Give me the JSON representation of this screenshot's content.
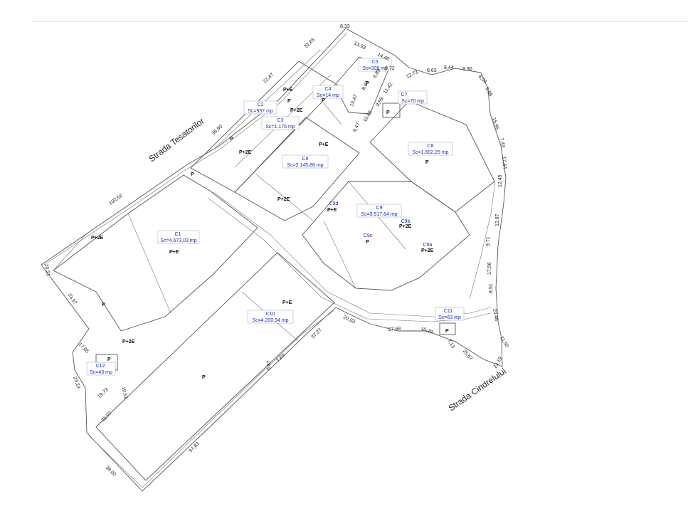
{
  "streets": {
    "tesatorilor": "Strada Tesatorilor",
    "cindrelului": "Strada Cindrelului"
  },
  "buildings": [
    {
      "id": "C1",
      "area": "Sc=4.673,03 mp"
    },
    {
      "id": "C2",
      "area": "Sc=937 mp"
    },
    {
      "id": "C3",
      "area": "Sc=1.175 mp"
    },
    {
      "id": "C4",
      "area": "Sc=14 mp"
    },
    {
      "id": "C5",
      "area": "Sc=328 mp"
    },
    {
      "id": "C6",
      "area": "Sc=2.145,86 mp"
    },
    {
      "id": "C7",
      "area": "Sc=70 mp"
    },
    {
      "id": "C8",
      "area": "Sc=1.602,25 mp"
    },
    {
      "id": "C9",
      "area": "Sc=3.517,64 mp"
    },
    {
      "id": "C10",
      "area": "Sc=4.200,94 mp"
    },
    {
      "id": "C11",
      "area": "Sc=63 mp"
    },
    {
      "id": "C12",
      "area": "Sc=43 mp"
    }
  ],
  "sub_labels": [
    "C9a",
    "C9b",
    "C9c",
    "C9d"
  ],
  "levels": {
    "P": "P",
    "PE": "P+E",
    "P2E": "P+2E"
  },
  "dimensions": {
    "d1": "8,33",
    "d2": "13,93",
    "d3": "32,65",
    "d4": "14,46",
    "d5": "22,47",
    "d6": "8,72",
    "d7": "6,89",
    "d8": "8,67",
    "d9": "15,47",
    "d10": "12,73",
    "d11": "8,63",
    "d12": "8,44",
    "d13": "9,90",
    "d14": "6,04",
    "d15": "9,86",
    "d16": "11,42",
    "d17": "9,69",
    "d18": "10,86",
    "d19": "9,47",
    "d20": "36,80",
    "d21": "15,95",
    "d22": "7,43",
    "d23": "17,64",
    "d24": "12,45",
    "d25": "102,52",
    "d26": "12,87",
    "d27": "9,71",
    "d28": "10,51",
    "d29": "17,56",
    "d30": "8,51",
    "d31": "33,57",
    "d32": "20,48",
    "d33": "11,50",
    "d34": "23,19",
    "d35": "20,03",
    "d36": "27,68",
    "d37": "10,29",
    "d38": "7,13",
    "d39": "25,67",
    "d40": "37,27",
    "d41": "7,64",
    "d42": "17,85",
    "d43": "23,24",
    "d44": "19,73",
    "d45": "10,51",
    "d46": "31,07",
    "d47": "97,83",
    "d48": "38,00",
    "d49": "5,97"
  }
}
